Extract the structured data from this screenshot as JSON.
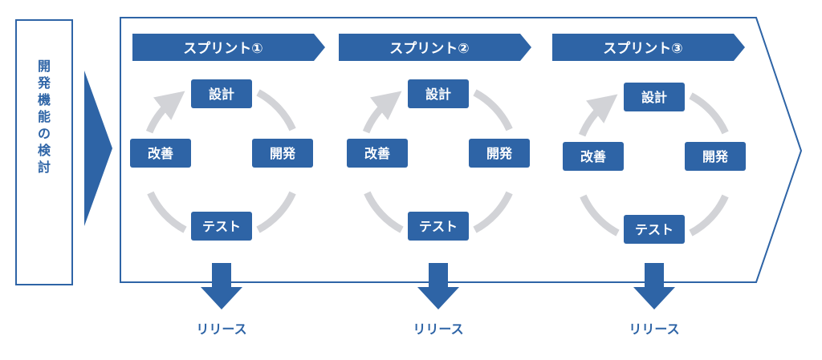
{
  "left_label": "開発機能の検討",
  "sprints": [
    {
      "title": "スプリント①",
      "steps": {
        "design": "設計",
        "develop": "開発",
        "test": "テスト",
        "improve": "改善"
      },
      "release": "リリース"
    },
    {
      "title": "スプリント②",
      "steps": {
        "design": "設計",
        "develop": "開発",
        "test": "テスト",
        "improve": "改善"
      },
      "release": "リリース"
    },
    {
      "title": "スプリント③",
      "steps": {
        "design": "設計",
        "develop": "開発",
        "test": "テスト",
        "improve": "改善"
      },
      "release": "リリース"
    }
  ],
  "colors": {
    "primary": "#2e64a6",
    "cycle_ring": "#d2d3d7",
    "border": "#2e64a6",
    "release_text": "#2e64a6",
    "step_text": "#ffffff"
  }
}
